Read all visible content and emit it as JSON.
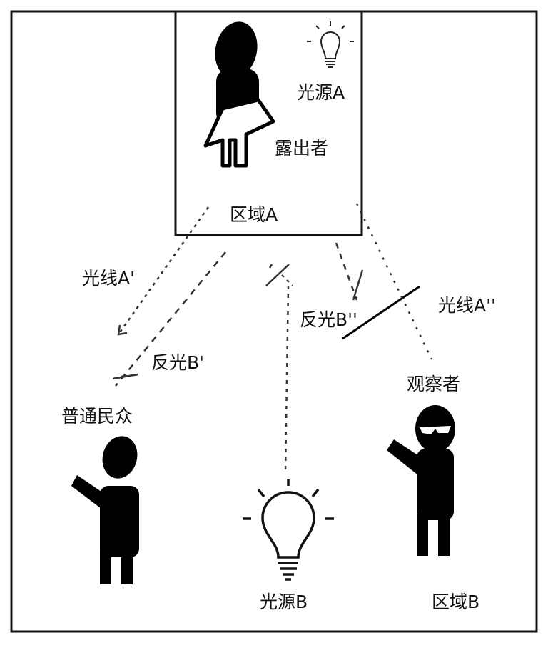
{
  "labels": {
    "light_source_a": "光源A",
    "exposer": "露出者",
    "region_a": "区域A",
    "ray_a_prime": "光线A'",
    "reflection_b_prime": "反光B'",
    "reflection_b_double_prime": "反光B''",
    "ray_a_double_prime": "光线A''",
    "observer": "观察者",
    "public": "普通民众",
    "light_source_b": "光源B",
    "region_b": "区域B"
  }
}
